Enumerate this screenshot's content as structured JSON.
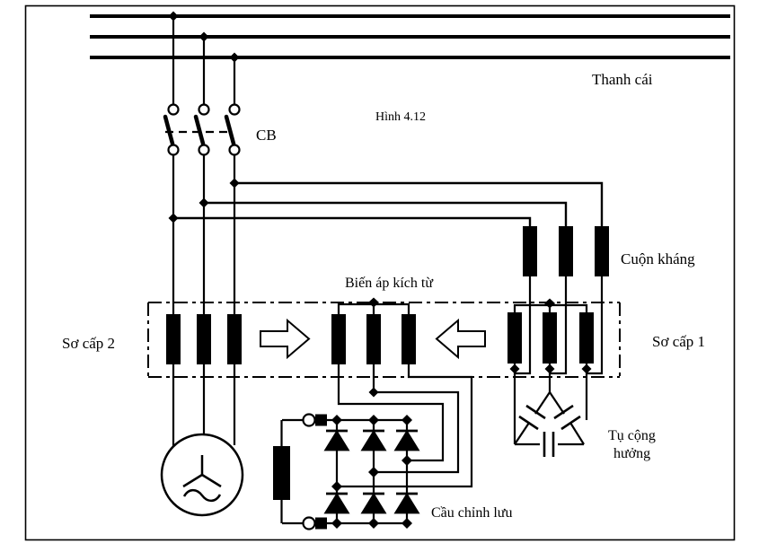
{
  "figure": {
    "caption": "Hình 4.12",
    "background": "#ffffff",
    "ink_color": "#000000",
    "labels": {
      "busbar": "Thanh cái",
      "circuit_breaker": "CB",
      "reactor": "Cuộn kháng",
      "excitation_transformer": "Biến áp kích từ",
      "primary_2": "Sơ cấp 2",
      "primary_1": "Sơ cấp 1",
      "resonant_capacitor_line1": "Tụ cộng",
      "resonant_capacitor_line2": "hưởng",
      "rectifier_bridge": "Cầu chỉnh lưu"
    }
  }
}
